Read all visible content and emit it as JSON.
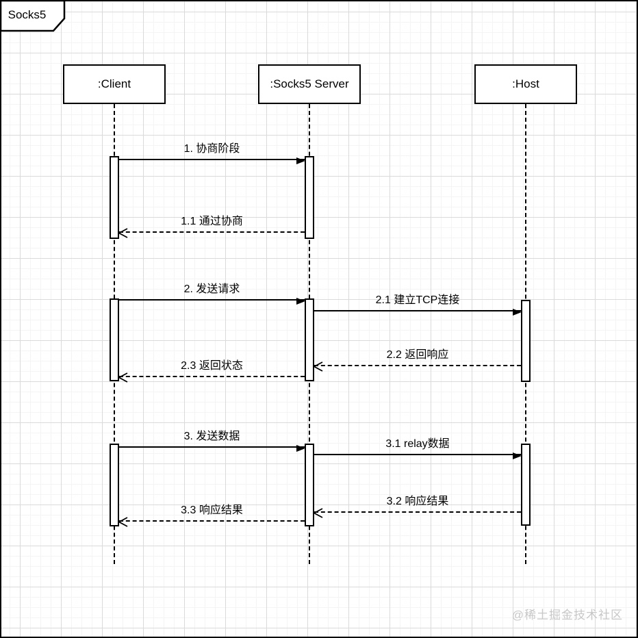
{
  "frame": {
    "title": "Socks5"
  },
  "actors": [
    {
      "label": ":Client"
    },
    {
      "label": ":Socks5 Server"
    },
    {
      "label": ":Host"
    }
  ],
  "messages": [
    {
      "id": "1",
      "label": "1. 协商阶段",
      "from": ":Client",
      "to": ":Socks5 Server",
      "type": "sync",
      "line": "solid"
    },
    {
      "id": "1.1",
      "label": "1.1 通过协商",
      "from": ":Socks5 Server",
      "to": ":Client",
      "type": "return",
      "line": "dashed"
    },
    {
      "id": "2",
      "label": "2. 发送请求",
      "from": ":Client",
      "to": ":Socks5 Server",
      "type": "sync",
      "line": "solid"
    },
    {
      "id": "2.1",
      "label": "2.1 建立TCP连接",
      "from": ":Socks5 Server",
      "to": ":Host",
      "type": "sync",
      "line": "solid"
    },
    {
      "id": "2.2",
      "label": "2.2 返回响应",
      "from": ":Host",
      "to": ":Socks5 Server",
      "type": "return",
      "line": "dashed"
    },
    {
      "id": "2.3",
      "label": "2.3 返回状态",
      "from": ":Socks5 Server",
      "to": ":Client",
      "type": "return",
      "line": "dashed"
    },
    {
      "id": "3",
      "label": "3. 发送数据",
      "from": ":Client",
      "to": ":Socks5 Server",
      "type": "sync",
      "line": "solid"
    },
    {
      "id": "3.1",
      "label": "3.1 relay数据",
      "from": ":Socks5 Server",
      "to": ":Host",
      "type": "sync",
      "line": "solid"
    },
    {
      "id": "3.2",
      "label": "3.2 响应结果",
      "from": ":Host",
      "to": ":Socks5 Server",
      "type": "return",
      "line": "dashed"
    },
    {
      "id": "3.3",
      "label": "3.3 响应结果",
      "from": ":Socks5 Server",
      "to": ":Client",
      "type": "return",
      "line": "dashed"
    }
  ],
  "watermark": {
    "text": "@稀土掘金技术社区"
  },
  "colors": {
    "stroke": "#000000",
    "background": "#ffffff",
    "grid_major": "#dadada",
    "grid_minor": "#f4f4f4",
    "watermark": "#c7c7c7"
  }
}
